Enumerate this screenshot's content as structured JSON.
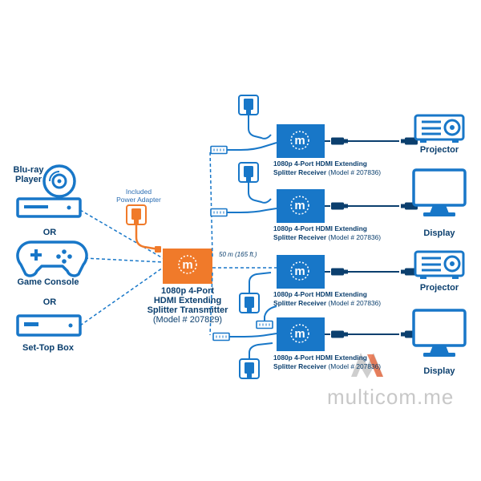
{
  "sources": {
    "bluray": "Blu-ray\nPlayer",
    "or1": "OR",
    "console": "Game Console",
    "or2": "OR",
    "settop": "Set-Top Box"
  },
  "adapter": "Included\nPower Adapter",
  "transmitter": {
    "line1": "1080p 4-Port",
    "line2": "HDMI Extending",
    "line3": "Splitter Transmitter",
    "model": "(Model # 207829)"
  },
  "distance": "50 m (165 ft.)",
  "receivers": [
    {
      "title": "1080p 4-Port HDMI Extending",
      "sub": "Splitter Receiver",
      "model": "(Model # 207836)"
    },
    {
      "title": "1080p 4-Port HDMI Extending",
      "sub": "Splitter Receiver",
      "model": "(Model # 207836)"
    },
    {
      "title": "1080p 4-Port HDMI Extending",
      "sub": "Splitter Receiver",
      "model": "(Model # 207836)"
    },
    {
      "title": "1080p 4-Port HDMI Extending",
      "sub": "Splitter Receiver",
      "model": "(Model # 207836)"
    }
  ],
  "outputs": [
    "Projector",
    "Display",
    "Projector",
    "Display"
  ],
  "watermark": "multicom.me",
  "colors": {
    "navy": "#0b3f6e",
    "blue": "#1877c8",
    "orange": "#f07a2a"
  }
}
